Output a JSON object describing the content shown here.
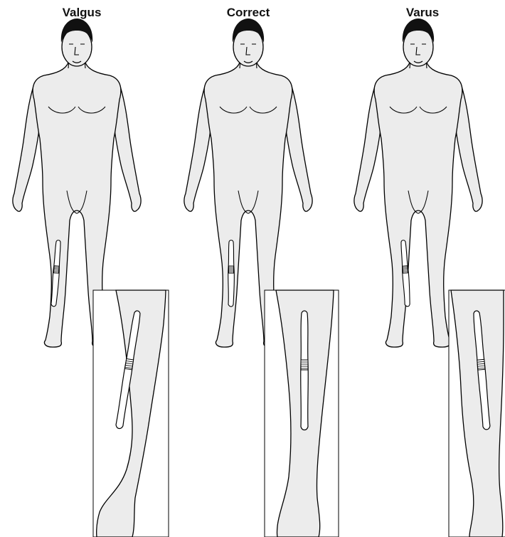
{
  "figures": [
    {
      "id": "valgus",
      "label": "Valgus"
    },
    {
      "id": "correct",
      "label": "Correct"
    },
    {
      "id": "varus",
      "label": "Varus"
    }
  ],
  "colors": {
    "skin": "#ececec",
    "outline": "#000000",
    "hair": "#111111",
    "inset_background": "#ffffff"
  },
  "icons": [
    "human-figure-icon",
    "leg-inset-icon",
    "tibial-implant-icon"
  ]
}
